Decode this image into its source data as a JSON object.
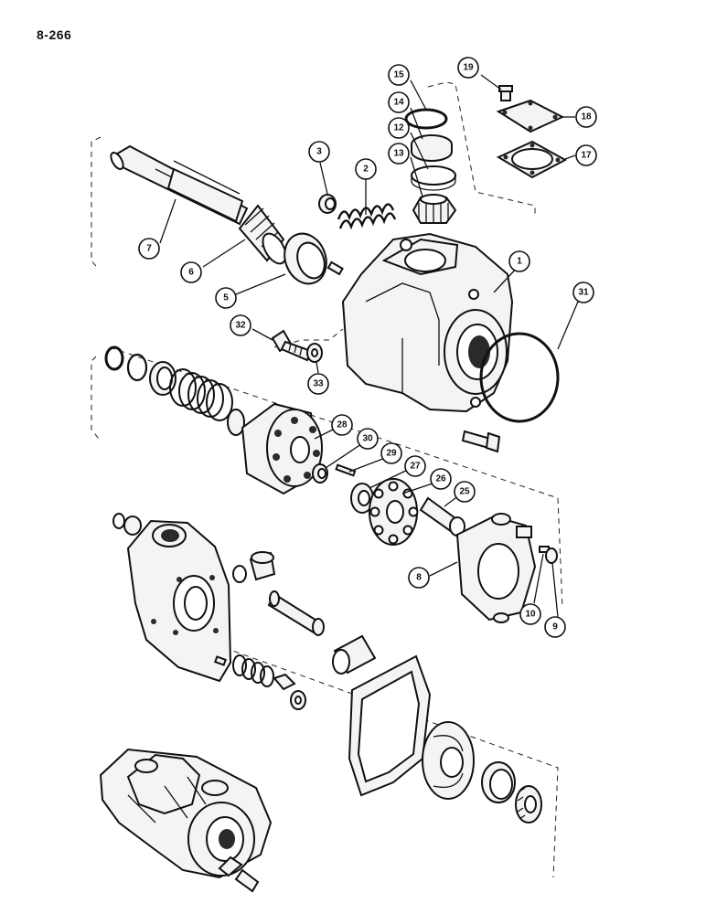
{
  "page": {
    "number": "8-266"
  },
  "callouts": [
    {
      "id": "1",
      "label": "1"
    },
    {
      "id": "2",
      "label": "2"
    },
    {
      "id": "3",
      "label": "3"
    },
    {
      "id": "5",
      "label": "5"
    },
    {
      "id": "6",
      "label": "6"
    },
    {
      "id": "7",
      "label": "7"
    },
    {
      "id": "8",
      "label": "8"
    },
    {
      "id": "9",
      "label": "9"
    },
    {
      "id": "10",
      "label": "10"
    },
    {
      "id": "12",
      "label": "12"
    },
    {
      "id": "13",
      "label": "13"
    },
    {
      "id": "14",
      "label": "14"
    },
    {
      "id": "15",
      "label": "15"
    },
    {
      "id": "17",
      "label": "17"
    },
    {
      "id": "18",
      "label": "18"
    },
    {
      "id": "19",
      "label": "19"
    },
    {
      "id": "25",
      "label": "25"
    },
    {
      "id": "26",
      "label": "26"
    },
    {
      "id": "27",
      "label": "27"
    },
    {
      "id": "28",
      "label": "28"
    },
    {
      "id": "29",
      "label": "29"
    },
    {
      "id": "30",
      "label": "30"
    },
    {
      "id": "31",
      "label": "31"
    },
    {
      "id": "32",
      "label": "32"
    },
    {
      "id": "33",
      "label": "33"
    }
  ]
}
